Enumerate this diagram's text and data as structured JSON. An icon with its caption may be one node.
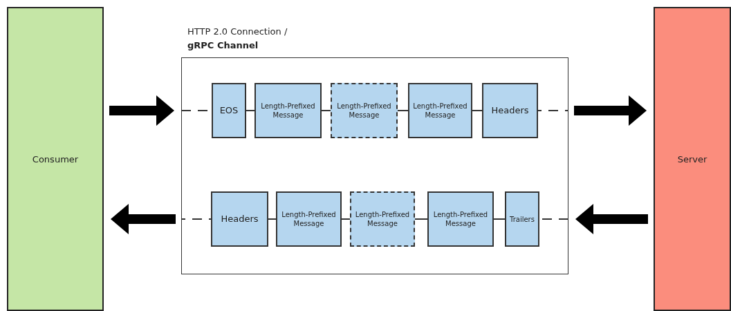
{
  "diagram": {
    "nodes": [
      {
        "text": [
          "Consumer"
        ]
      },
      {
        "text": [
          "Server"
        ]
      },
      {
        "text": [
          "HTTP 2.0 Connection /",
          "gRPC Channel"
        ]
      },
      {
        "text": [
          "EOS"
        ],
        "in": 2
      },
      {
        "text": [
          "Length-Prefixed Message"
        ],
        "in": 2
      },
      {
        "text": [
          "Length-Prefixed Message"
        ],
        "in": 2
      },
      {
        "text": [
          "Length-Prefixed Message"
        ],
        "in": 2
      },
      {
        "text": [
          "Headers"
        ],
        "in": 2
      },
      {
        "text": [
          "Headers"
        ],
        "in": 2
      },
      {
        "text": [
          "Length-Prefixed Message"
        ],
        "in": 2
      },
      {
        "text": [
          "Length-Prefixed Message"
        ],
        "in": 2
      },
      {
        "text": [
          "Length-Prefixed Message"
        ],
        "in": 2
      },
      {
        "text": [
          "Trailers"
        ],
        "in": 2
      }
    ],
    "edges": [
      {
        "from": 0,
        "to": 2,
        "arrow": "to",
        "style": "thick"
      },
      {
        "from": 2,
        "to": 3,
        "arrow": "none",
        "style": "dashed"
      },
      {
        "from": 3,
        "to": 4,
        "arrow": "none"
      },
      {
        "from": 4,
        "to": 5,
        "arrow": "none"
      },
      {
        "from": 5,
        "to": 6,
        "arrow": "none"
      },
      {
        "from": 6,
        "to": 7,
        "arrow": "none"
      },
      {
        "from": 7,
        "to": 2,
        "arrow": "none",
        "style": "dashed"
      },
      {
        "from": 2,
        "to": 1,
        "arrow": "to",
        "style": "thick"
      },
      {
        "from": 1,
        "to": 2,
        "arrow": "to",
        "style": "thick"
      },
      {
        "from": 2,
        "to": 12,
        "arrow": "none",
        "style": "dashed"
      },
      {
        "from": 12,
        "to": 11,
        "arrow": "none"
      },
      {
        "from": 11,
        "to": 10,
        "arrow": "none"
      },
      {
        "from": 10,
        "to": 9,
        "arrow": "none"
      },
      {
        "from": 9,
        "to": 8,
        "arrow": "none"
      },
      {
        "from": 8,
        "to": 2,
        "arrow": "none",
        "style": "dashed"
      },
      {
        "from": 2,
        "to": 0,
        "arrow": "to",
        "style": "thick"
      }
    ]
  }
}
